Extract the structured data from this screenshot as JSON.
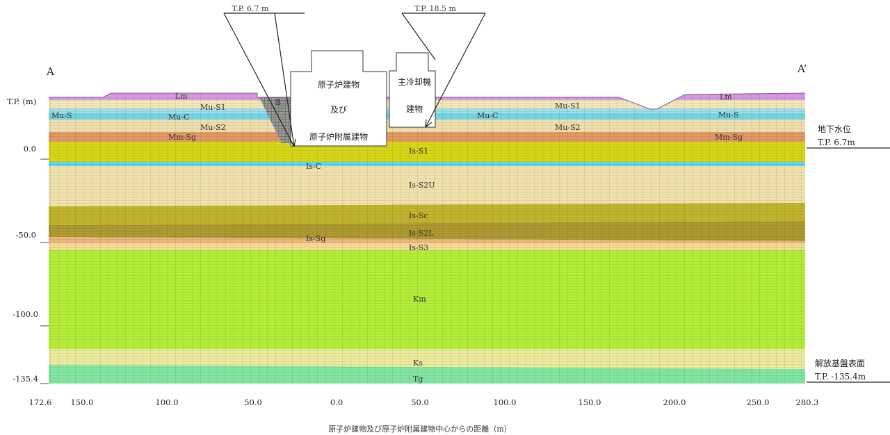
{
  "section": {
    "left_label": "A",
    "right_label": "A’"
  },
  "axes": {
    "y_unit_label": "T.P. (m)",
    "y_ticks": [
      "0.0",
      "-50.0",
      "-100.0",
      "-135.4"
    ],
    "x_ticks": [
      "172.6",
      "150.0",
      "100.0",
      "50.0",
      "0.0",
      "50.0",
      "100.0",
      "150.0",
      "200.0",
      "250.0",
      "280.3"
    ],
    "x_title": "原子炉建物及び原子炉附属建物中心からの距離（m）"
  },
  "callouts": {
    "left": "T.P. 6.7 m",
    "right": "T.P. 18.5 m"
  },
  "buildings": {
    "reactor_line1": "原子炉建物",
    "reactor_line2": "及び",
    "reactor_line3": "原子炉附属建物",
    "cooler_line1": "主冷却機",
    "cooler_line2": "建物"
  },
  "layers": {
    "Lm": "Lm",
    "B": "B",
    "Mu_S1": "Mu-S1",
    "Mu_S": "Mu-S",
    "Mu_C": "Mu-C",
    "Mu_S2": "Mu-S2",
    "Mm_Sg": "Mm-Sg",
    "Mu_S1_r": "Mu-S1",
    "Mu_C_r": "Mu-C",
    "Mu_S2_r": "Mu-S2",
    "Lm_r": "Lm",
    "Mu_S_r": "Mu-S",
    "Mm_Sg_r": "Mm-Sg",
    "Is_S1": "Is-S1",
    "Is_C": "Is-C",
    "Is_S2U": "Is-S2U",
    "Is_Sc": "Is-Sc",
    "Is_S2L": "Is-S2L",
    "Is_Sg": "Is-Sg",
    "Is_S3": "Is-S3",
    "Km": "Km",
    "Ks": "Ks",
    "Tg": "Tg"
  },
  "side_notes": {
    "groundwater_title": "地下水位",
    "groundwater_value": "T.P. 6.7m",
    "bedrock_title": "解放基盤表面",
    "bedrock_value": "T.P. -135.4m"
  },
  "colors": {
    "Lm": "#d59ae0",
    "Mu_S1": "#f2e7b8",
    "Mu_S": "#9fe0ea",
    "Mu_C": "#74d6e6",
    "Mu_S2": "#efdfae",
    "Mm_Sg": "#e29a63",
    "Is_S1": "#d8d618",
    "Is_C": "#5fd6ef",
    "Is_S2U": "#f2e2ae",
    "Is_Sc": "#c2b42c",
    "Is_S2L": "#ad9a30",
    "Is_Sg": "#eeb47e",
    "Is_S3": "#f2db92",
    "Km": "#b4ee3a",
    "Ks": "#eeeb9e",
    "Tg": "#82e6a2",
    "B": "#9a9a9a"
  }
}
